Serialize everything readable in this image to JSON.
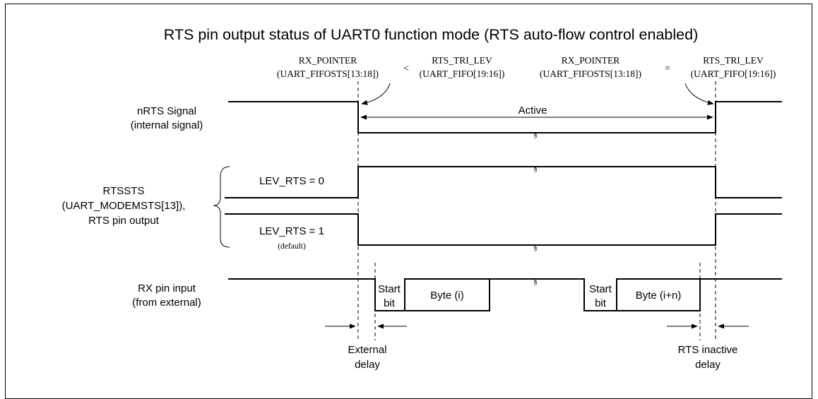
{
  "diagram": {
    "title": "RTS pin output status of UART0 function mode (RTS auto-flow control enabled)",
    "top_labels": {
      "rx_pointer_1": "RX_POINTER",
      "rx_pointer_1_reg": "(UART_FIFOSTS[13:18])",
      "less_than": "<",
      "rts_tri_lev_1": "RTS_TRI_LEV",
      "rts_tri_lev_1_reg": "(UART_FIFO[19:16])",
      "rx_pointer_2": "RX_POINTER",
      "rx_pointer_2_reg": "(UART_FIFOSTS[13:18])",
      "equals": "=",
      "rts_tri_lev_2": "RTS_TRI_LEV",
      "rts_tri_lev_2_reg": "(UART_FIFO[19:16])"
    },
    "nrts": {
      "label_line1": "nRTS Signal",
      "label_line2": "(internal signal)",
      "active": "Active"
    },
    "rtssts": {
      "label_line1": "RTSSTS",
      "label_line2": "(UART_MODEMSTS[13]),",
      "label_line3": "RTS pin output",
      "lev0": "LEV_RTS = 0",
      "lev1": "LEV_RTS = 1",
      "default": "(default)"
    },
    "rx": {
      "label_line1": "RX pin input",
      "label_line2": "(from external)",
      "start1_line1": "Start",
      "start1_line2": "bit",
      "byte1": "Byte (i)",
      "start2_line1": "Start",
      "start2_line2": "bit",
      "byte2": "Byte (i+n)"
    },
    "delays": {
      "external_line1": "External",
      "external_line2": "delay",
      "inactive_line1": "RTS inactive",
      "inactive_line2": "delay"
    }
  }
}
